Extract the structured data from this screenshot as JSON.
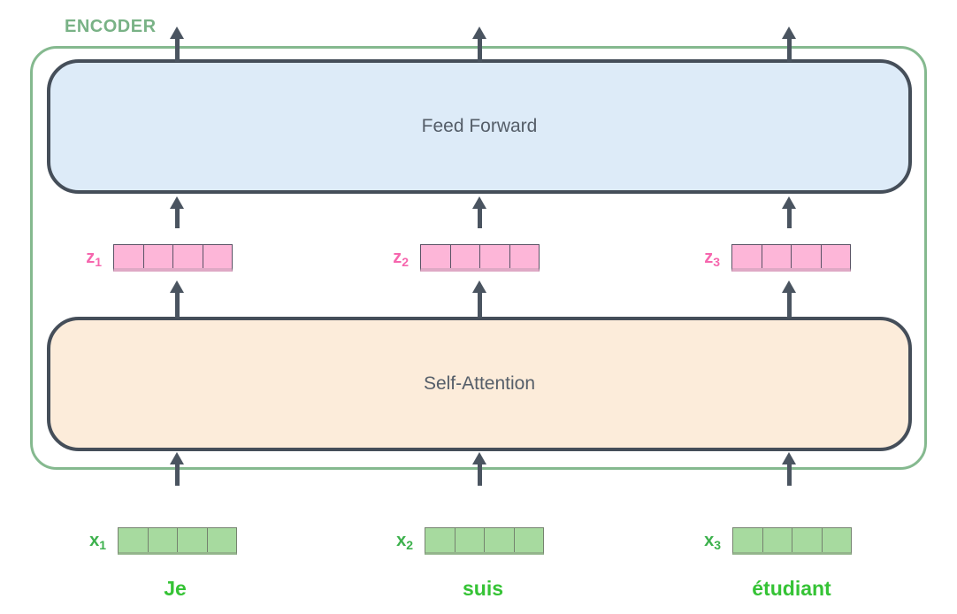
{
  "diagram": {
    "encoder_label": "ENCODER",
    "feed_forward_label": "Feed Forward",
    "self_attention_label": "Self-Attention",
    "vector_cells": 4,
    "columns": [
      {
        "z_base": "z",
        "z_sub": "1",
        "x_base": "x",
        "x_sub": "1",
        "word": "Je"
      },
      {
        "z_base": "z",
        "z_sub": "2",
        "x_base": "x",
        "x_sub": "2",
        "word": "suis"
      },
      {
        "z_base": "z",
        "z_sub": "3",
        "x_base": "x",
        "x_sub": "3",
        "word": "étudiant"
      }
    ],
    "colors": {
      "encoder_outline": "#85b98f",
      "encoder_label_text": "#79b286",
      "feed_forward_fill": "#ddebf8",
      "self_attention_fill": "#fcecda",
      "block_border": "#454e59",
      "block_text": "#555e69",
      "arrow": "#4a5460",
      "z_label_text": "#f666ae",
      "z_cell_fill": "#fdb6d8",
      "x_label_text": "#3cb14c",
      "x_cell_fill": "#a7da9f",
      "word_text": "#35c335"
    }
  }
}
